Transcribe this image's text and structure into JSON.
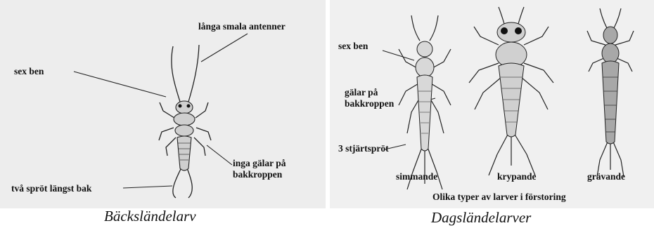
{
  "left_panel": {
    "labels": {
      "antennae": "långa smala antenner",
      "legs": "sex ben",
      "no_gills": "inga gälar på",
      "no_gills_2": "bakkroppen",
      "tails": "två spröt längst bak"
    },
    "caption": "Bäcksländelarv"
  },
  "right_panel": {
    "labels": {
      "legs": "sex ben",
      "gills": "gälar på",
      "gills_2": "bakkroppen",
      "tails": "3 stjärtspröt"
    },
    "larva_types": [
      "simmande",
      "krypande",
      "grävande"
    ],
    "subtitle": "Olika typer av larver i förstoring",
    "caption": "Dagsländelarver"
  }
}
